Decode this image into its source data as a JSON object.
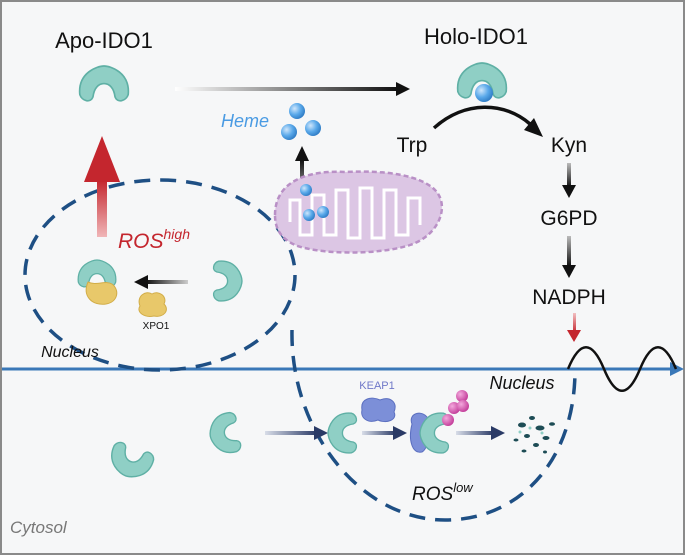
{
  "labels": {
    "apo": "Apo-IDO1",
    "holo": "Holo-IDO1",
    "heme": "Heme",
    "trp": "Trp",
    "kyn": "Kyn",
    "g6pd": "G6PD",
    "nadph": "NADPH",
    "ros_high_base": "ROS",
    "ros_high_sup": "high",
    "ros_low_base": "ROS",
    "ros_low_sup": "low",
    "xpo1": "XPO1",
    "keap1": "KEAP1",
    "nucleus_left": "Nucleus",
    "nucleus_right": "Nucleus",
    "cytosol": "Cytosol"
  },
  "colors": {
    "ido1": "#8fcfc5",
    "ido1_dark": "#5fb0a5",
    "heme": "#5aa9ea",
    "mito_fill": "#dcc6e4",
    "mito_stroke": "#b990c6",
    "xpo1": "#e8c86a",
    "keap1": "#7c8fd8",
    "ubiquitin": "#d24ba8",
    "nucleus": "#1e4f84",
    "membrane": "#3a78b8",
    "ros_red": "#c4262e",
    "heme_label": "#4a9be3",
    "keap1_label": "#6f78c8"
  }
}
